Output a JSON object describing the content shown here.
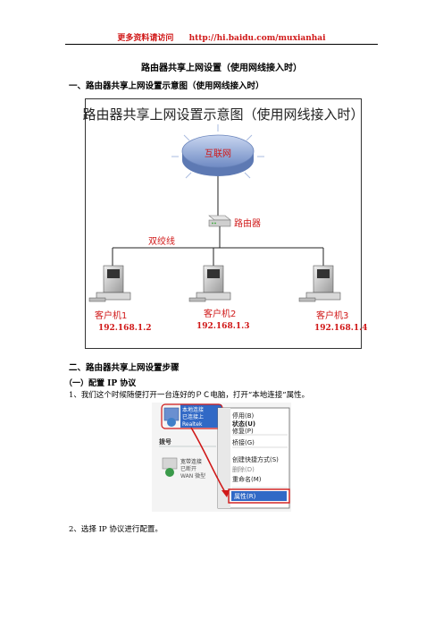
{
  "header": {
    "text": "更多资料请访问",
    "url": "http://hi.baidu.com/muxianhai"
  },
  "doc_title": "路由器共享上网设置（使用网线接入时）",
  "section1": {
    "heading": "一、路由器共享上网设置示意图（使用网线接入时）"
  },
  "diagram": {
    "title": "路由器共享上网设置示意图（使用网线接入时）",
    "internet_label": "互联网",
    "router_label": "路由器",
    "cable_label": "双绞线",
    "clients": [
      {
        "name": "客户机1",
        "ip": "192.168.1.2"
      },
      {
        "name": "客户机2",
        "ip": "192.168.1.3"
      },
      {
        "name": "客户机3",
        "ip": "192.168.1.4"
      }
    ],
    "colors": {
      "label": "#d01818",
      "cloud": "#8ea7d6",
      "line": "#222222"
    }
  },
  "section2": {
    "heading": "二、路由器共享上网设置步骤",
    "sub": "（一）配置 IP 协议",
    "step1": "1、我们这个时候随便打开一台连好的ＰＣ电脑，打开“本地连接”属性。",
    "step2": "2、选择 IP 协议进行配置。"
  },
  "context_menu": {
    "items": [
      "停用(B)",
      "状态(U)",
      "修复(P)",
      "桥接(G)",
      "创建快捷方式(S)",
      "删除(D)",
      "重命名(M)",
      "属性(R)"
    ],
    "selected": "属性(R)",
    "left_top_lines": [
      "本地连接",
      "已连接上",
      "Realtek"
    ],
    "left_mid_label": "拨号",
    "left_bottom_lines": [
      "宽带连接",
      "已断开",
      "WAN 微型"
    ]
  }
}
